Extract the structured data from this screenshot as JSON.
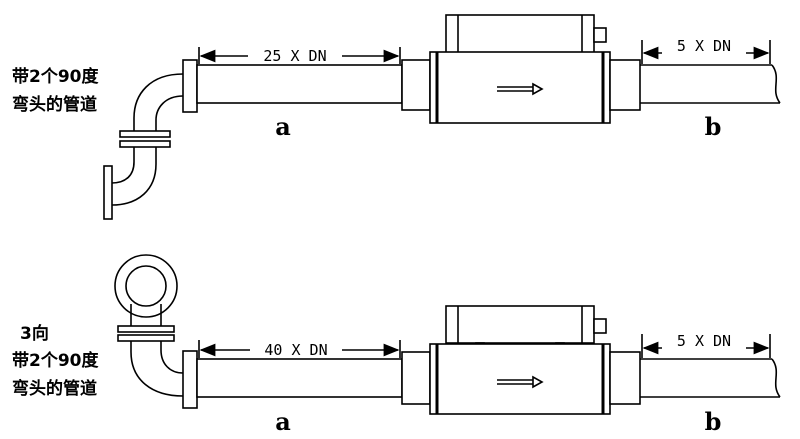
{
  "diagrams": [
    {
      "label_lines": [
        "带2个90度",
        "弯头的管道"
      ],
      "upstream_length": "25 X DN",
      "downstream_length": "5 X DN",
      "section_upstream": "a",
      "section_downstream": "b"
    },
    {
      "label_lines": [
        "3向",
        "带2个90度",
        "弯头的管道"
      ],
      "upstream_length": "40 X DN",
      "downstream_length": "5 X DN",
      "section_upstream": "a",
      "section_downstream": "b"
    }
  ]
}
